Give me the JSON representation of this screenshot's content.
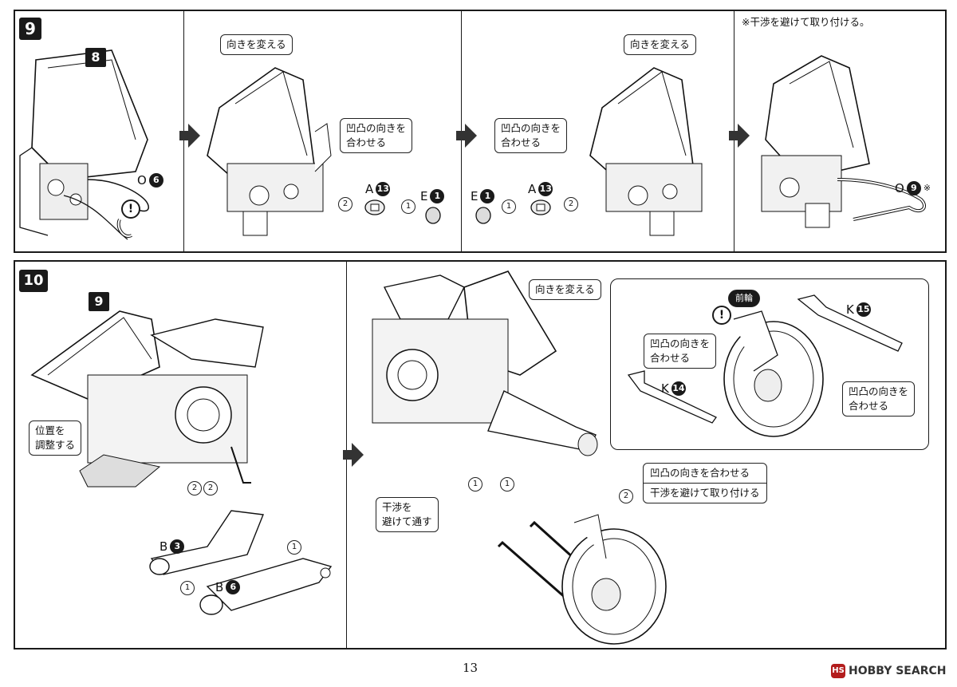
{
  "step9": {
    "number": "9",
    "sub_step_ref": "8",
    "note": "※干渉を避けて取り付ける。",
    "callout_turn_1": "向きを変える",
    "callout_turn_2": "向きを変える",
    "callout_align_1": [
      "凹凸の向きを",
      "合わせる"
    ],
    "callout_align_2": [
      "凹凸の向きを",
      "合わせる"
    ],
    "part_o6": {
      "letter": "O",
      "num": "6"
    },
    "part_a13_1": {
      "letter": "A",
      "num": "13"
    },
    "part_e1_1": {
      "letter": "E",
      "num": "1"
    },
    "part_e1_2": {
      "letter": "E",
      "num": "1"
    },
    "part_a13_2": {
      "letter": "A",
      "num": "13"
    },
    "part_o9": {
      "letter": "O",
      "num": "9",
      "suffix": "※"
    },
    "order_1": "1",
    "order_2": "2"
  },
  "step10": {
    "number": "10",
    "sub_step_ref": "9",
    "callout_position": [
      "位置を",
      "調整する"
    ],
    "callout_turn": "向きを変える",
    "front_wheel_badge": "前輪",
    "callout_align_k14": [
      "凹凸の向きを",
      "合わせる"
    ],
    "callout_align_k15": [
      "凹凸の向きを",
      "合わせる"
    ],
    "callout_align_long": "凹凸の向きを合わせる",
    "callout_avoid": "干渉を避けて取り付ける",
    "callout_pass": [
      "干渉を",
      "避けて通す"
    ],
    "part_b3": {
      "letter": "B",
      "num": "3"
    },
    "part_b6": {
      "letter": "B",
      "num": "6"
    },
    "part_k14": {
      "letter": "K",
      "num": "14"
    },
    "part_k15": {
      "letter": "K",
      "num": "15"
    },
    "order_1": "1",
    "order_2": "2"
  },
  "footer": {
    "page_number": "13",
    "watermark_brand": "HOBBY SEARCH"
  },
  "icons": [
    "warning-icon",
    "step-arrow-icon"
  ],
  "colors": {
    "ink": "#1a1a1a",
    "paper": "#ffffff",
    "watermark": "#b31d1d"
  }
}
